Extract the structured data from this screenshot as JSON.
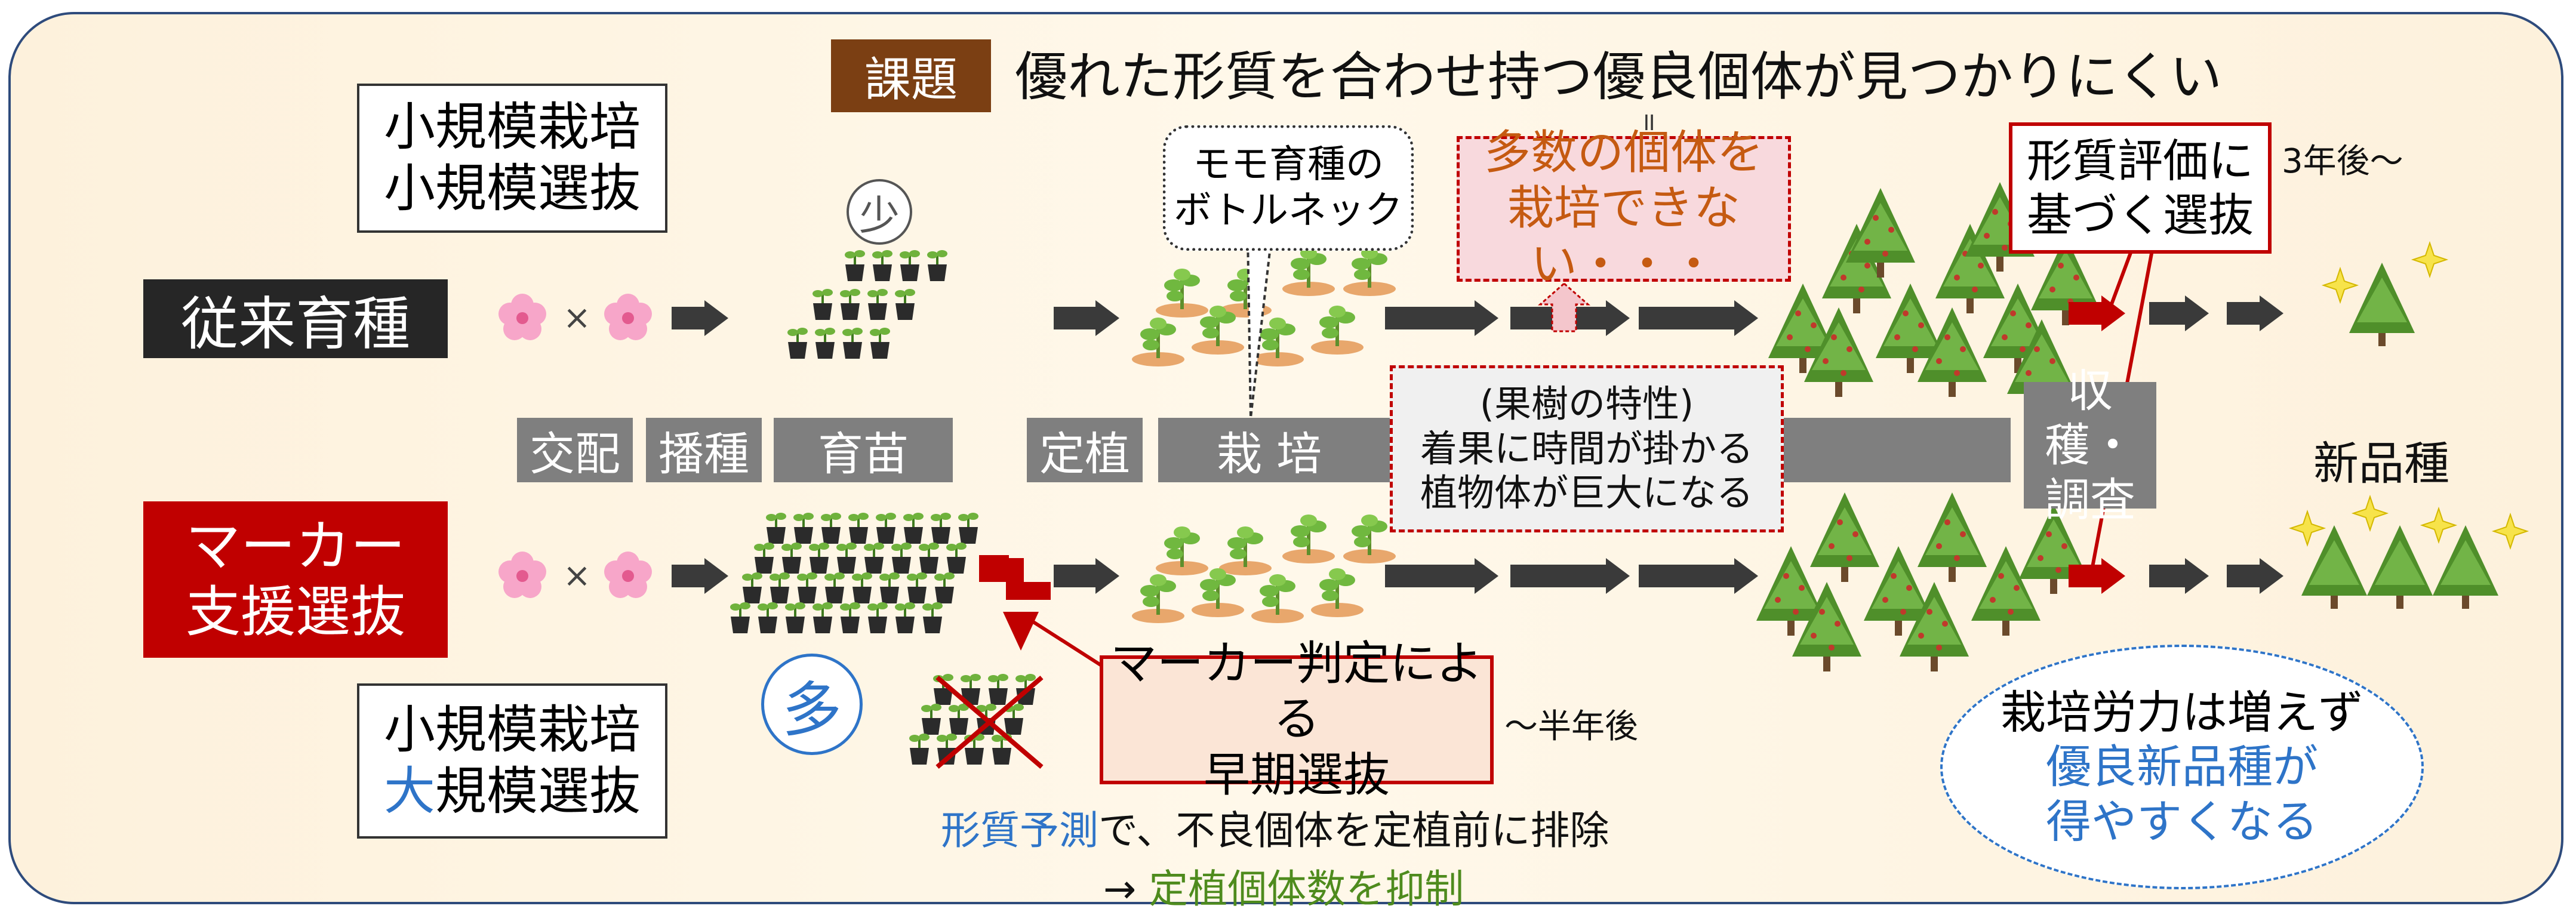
{
  "problem": {
    "tag": "課題",
    "text": "優れた形質を合わせ持つ優良個体が見つかりにくい"
  },
  "conventional": {
    "label": "従来育種",
    "box_lines": [
      "小規模栽培",
      "小規模選抜"
    ],
    "few_badge": "少",
    "bottleneck_lines": [
      "モモ育種の",
      "ボトルネック"
    ],
    "issue_lines": [
      "多数の個体を",
      "栽培できない・・・"
    ],
    "fruit_trait_lines": [
      "(果樹の特性)",
      "着果に時間が掛かる",
      "植物体が巨大になる"
    ],
    "eval_lines": [
      "形質評価に",
      "基づく選抜"
    ],
    "timing": "3年後〜",
    "cross_symbol": "×"
  },
  "stages": {
    "cross": "交配",
    "sow": "播種",
    "seedling": "育苗",
    "plant": "定植",
    "cultivate": "栽 培",
    "harvest_lines": [
      "収穫・",
      "調査"
    ],
    "new_variety": "新品種"
  },
  "marker": {
    "label_lines": [
      "マーカー",
      "支援選抜"
    ],
    "box_line1": "小規模栽培",
    "box_line2_accent": "大",
    "box_line2_rest": "規模選抜",
    "many_badge": "多",
    "early_lines": [
      "マーカー判定による",
      "早期選抜"
    ],
    "timing": "〜半年後",
    "predict_accent": "形質予測",
    "predict_rest": "で、不良個体を定植前に排除",
    "arrow": "→",
    "suppress": "定植個体数を抑制",
    "cross_symbol": "×"
  },
  "benefit": {
    "line1": "栽培労力は増えず",
    "line2": "優良新品種が",
    "line3": "得やすくなる"
  },
  "colors": {
    "problem_tag": "#7b3f13",
    "dark_label": "#262626",
    "marker_label": "#c00000",
    "stage_gray": "#7f7f7f",
    "orange_text": "#c55a11",
    "blue_text": "#2e74c8",
    "green_text": "#4e8b1d"
  },
  "icons": [
    "flower-icon",
    "seedling-icon",
    "tree-icon",
    "sparkle-icon",
    "arrow-icon"
  ]
}
